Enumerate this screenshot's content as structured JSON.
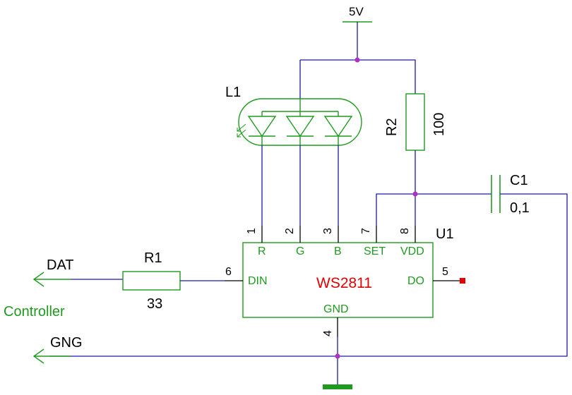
{
  "supply": {
    "label": "5V"
  },
  "ground_label": "GNG",
  "controller_label": "Controller",
  "data_label": "DAT",
  "led": {
    "ref": "L1"
  },
  "r2": {
    "ref": "R2",
    "value": "100"
  },
  "r1": {
    "ref": "R1",
    "value": "33"
  },
  "c1": {
    "ref": "C1",
    "value": "0,1"
  },
  "ic": {
    "ref": "U1",
    "name": "WS2811",
    "pins": {
      "r": {
        "num": "1",
        "name": "R"
      },
      "g": {
        "num": "2",
        "name": "G"
      },
      "b": {
        "num": "3",
        "name": "B"
      },
      "set": {
        "num": "7",
        "name": "SET"
      },
      "vdd": {
        "num": "8",
        "name": "VDD"
      },
      "din": {
        "num": "6",
        "name": "DIN"
      },
      "do": {
        "num": "5",
        "name": "DO"
      },
      "gnd": {
        "num": "4",
        "name": "GND"
      }
    }
  },
  "colors": {
    "wire": "#1a1aa8",
    "component": "#1f9a1f",
    "chip_name": "#e00000",
    "junction": "#b030c0",
    "unconnected_pin": "#e00000"
  }
}
